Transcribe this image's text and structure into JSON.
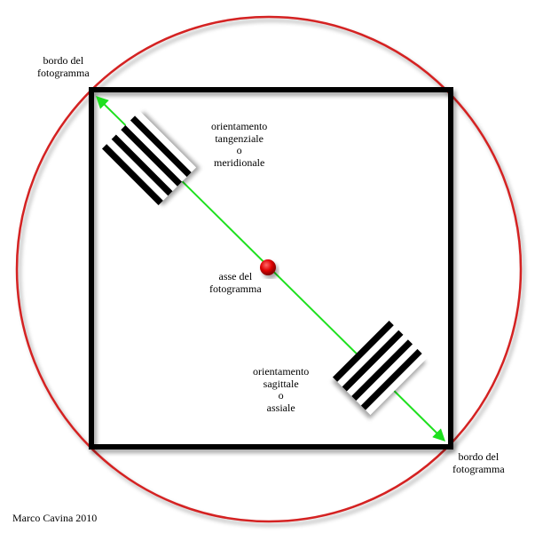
{
  "labels": {
    "top_left_edge": [
      "bordo del",
      "fotogramma"
    ],
    "bottom_right_edge": [
      "bordo del",
      "fotogramma"
    ],
    "tangential": [
      "orientamento",
      "tangenziale",
      "o",
      "meridionale"
    ],
    "axis": [
      "asse del",
      "fotogramma"
    ],
    "sagittal": [
      "orientamento",
      "sagittale",
      "o",
      "assiale"
    ],
    "credit": "Marco Cavina 2010"
  },
  "colors": {
    "circle": "#d42020",
    "frame": "#000000",
    "diagonal": "#1ee01e",
    "axis_dot": "#dd0000",
    "stripe_dark": "#000000",
    "stripe_light": "#ffffff"
  }
}
